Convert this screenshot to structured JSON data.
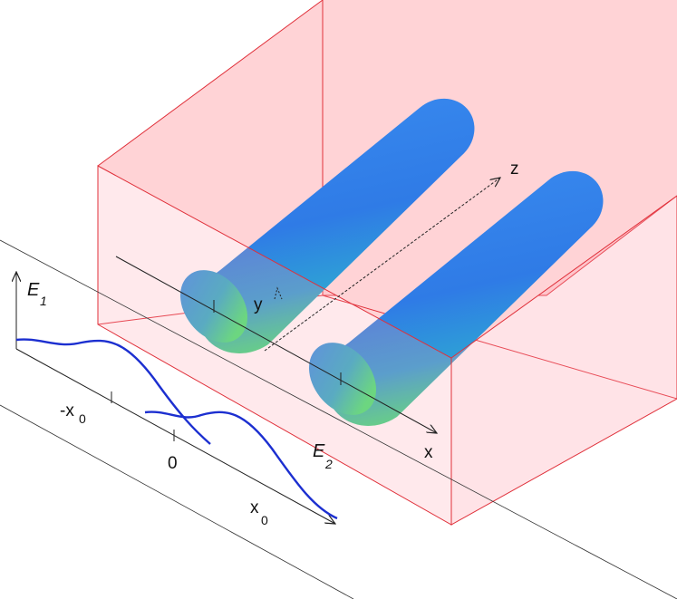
{
  "labels": {
    "z_axis": "z",
    "y_axis": "y",
    "x_axis": "x",
    "field1_main": "E",
    "field1_sub": "1",
    "field2_main": "E",
    "field2_sub": "2",
    "neg_x0_main": "-x",
    "neg_x0_sub": "0",
    "zero": "0",
    "pos_x0_main": "x",
    "pos_x0_sub": "0"
  },
  "colors": {
    "box_fill": "#ffd3d6",
    "box_edge": "#e0303a",
    "cylinder_top": "#2f7ee8",
    "cylinder_bottom": "#3fe07a",
    "field_curve": "#1c2fd0",
    "axis_line": "#222222"
  }
}
